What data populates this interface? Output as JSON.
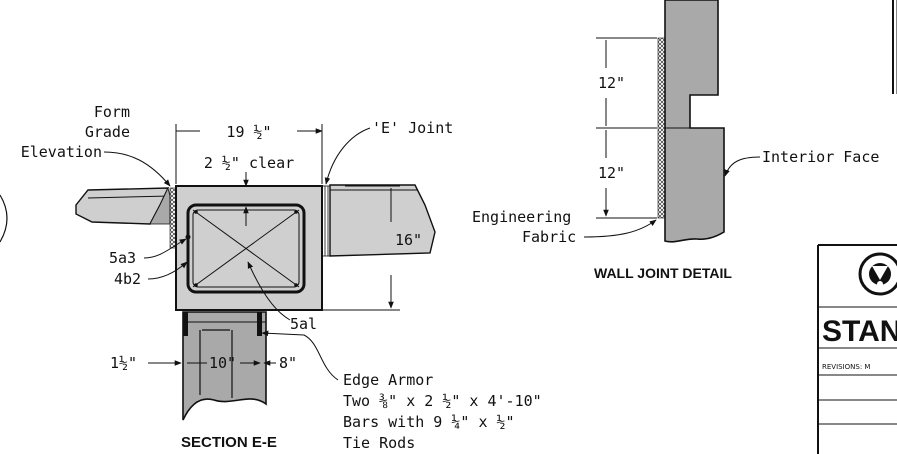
{
  "section": {
    "title": "SECTION E-E",
    "labels": {
      "form_grade_1": "Form",
      "form_grade_2": "Grade",
      "form_grade_3": "Elevation",
      "e_joint": "'E' Joint",
      "width_dim": "19 ½\"",
      "clear_dim": "2 ½\" clear",
      "height_dim": "16\"",
      "bar_5a3": "5a3",
      "bar_4b2": "4b2",
      "bar_5a1": "5al",
      "dim_1_5": "1½\"",
      "dim_10": "10\"",
      "dim_8": "8\""
    },
    "edge_armor": [
      "Edge Armor",
      "Two  ⅜\" x 2 ½\" x 4'-10\"",
      "Bars with 9 ¼\" x ½\"",
      "Tie Rods"
    ]
  },
  "wall_joint": {
    "title": "WALL JOINT DETAIL",
    "dim_upper": "12\"",
    "dim_lower": "12\"",
    "interior_face": "Interior Face",
    "fabric_1": "Engineering",
    "fabric_2": "Fabric"
  },
  "title_block": {
    "heading": "STAND",
    "revisions": "REVISIONS: M"
  },
  "colors": {
    "line": "#111111",
    "concrete": "#cfcfcf",
    "concrete_dark": "#a9a9a9",
    "background": "#ffffff"
  }
}
